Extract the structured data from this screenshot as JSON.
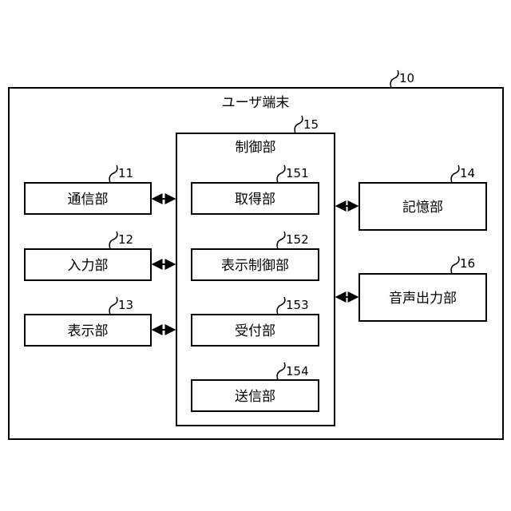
{
  "terminal": {
    "label": "ユーザ端末",
    "ref": "10"
  },
  "controller": {
    "label": "制御部",
    "ref": "15"
  },
  "left_units": [
    {
      "label": "通信部",
      "ref": "11"
    },
    {
      "label": "入力部",
      "ref": "12"
    },
    {
      "label": "表示部",
      "ref": "13"
    }
  ],
  "controller_units": [
    {
      "label": "取得部",
      "ref": "151"
    },
    {
      "label": "表示制御部",
      "ref": "152"
    },
    {
      "label": "受付部",
      "ref": "153"
    },
    {
      "label": "送信部",
      "ref": "154"
    }
  ],
  "right_units": [
    {
      "label": "記憶部",
      "ref": "14"
    },
    {
      "label": "音声出力部",
      "ref": "16"
    }
  ]
}
